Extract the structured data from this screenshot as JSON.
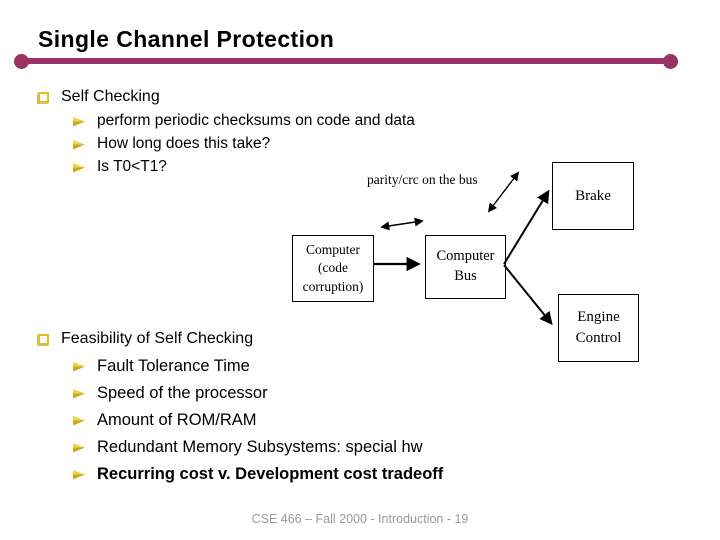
{
  "slide": {
    "title": "Single Channel Protection",
    "footer": "CSE 466 – Fall 2000 - Introduction - 19"
  },
  "top_list": {
    "heading": "Self Checking",
    "items": [
      "perform periodic checksums on code and data",
      "How long does this take?",
      "Is T0<T1?"
    ]
  },
  "bottom_list": {
    "heading": "Feasibility of Self Checking",
    "items": [
      "Fault Tolerance Time",
      "Speed of the processor",
      "Amount of ROM/RAM",
      "Redundant Memory Subsystems: special hw",
      "Recurring cost v. Development cost tradeoff"
    ]
  },
  "diagram": {
    "bus_annotation": "parity/crc on the bus",
    "boxes": {
      "computer": {
        "lines": [
          "Computer",
          "(code",
          "corruption)"
        ]
      },
      "computer_bus": {
        "lines": [
          "Computer",
          "Bus"
        ]
      },
      "brake": {
        "lines": [
          "Brake"
        ]
      },
      "engine_control": {
        "lines": [
          "Engine",
          "Control"
        ]
      }
    }
  },
  "colors": {
    "divider_maroon": "#993366",
    "bullet_gold": "#dfc028",
    "footer_gray": "#9a9a9a",
    "text_black": "#000000",
    "background": "#ffffff"
  }
}
